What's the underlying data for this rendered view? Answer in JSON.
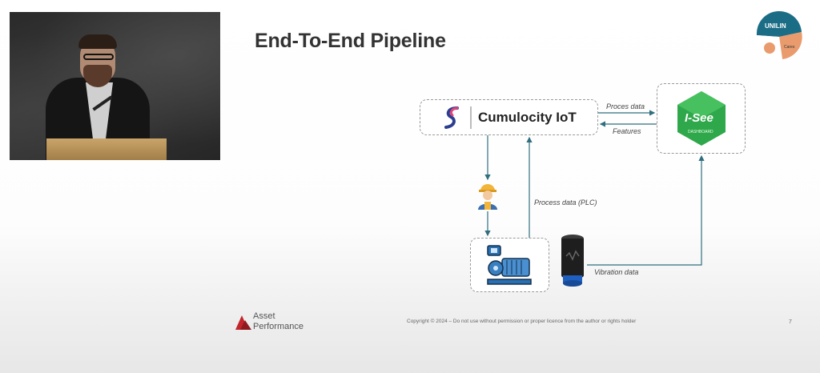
{
  "slide": {
    "title": "End-To-End Pipeline",
    "page_number": "7",
    "copyright": "Copyright © 2024 – Do not use without permission or proper licence from the author or rights holder"
  },
  "branding": {
    "top_right_logo": "UNILIN",
    "top_right_sub": "Cares",
    "footer_line1": "Asset",
    "footer_line2": "Performance"
  },
  "diagram": {
    "cumulocity_label": "Cumulocity IoT",
    "isee_label": "I-See",
    "isee_sub": "DASHBOARD",
    "edges": {
      "proces_data": "Proces data",
      "features": "Features",
      "process_data_plc": "Process data (PLC)",
      "vibration_data": "Vibration data"
    }
  },
  "colors": {
    "accent_teal": "#1b6d86",
    "accent_orange": "#e99b6d",
    "isee_green": "#2ea84a",
    "cumulocity_blue": "#2c3e8f",
    "arrow": "#2f6f7f"
  },
  "icons": [
    "cumulocity-logo-icon",
    "worker-icon",
    "pump-motor-icon",
    "vibration-sensor-icon",
    "isee-dashboard-icon",
    "unilin-logo-icon",
    "asset-performance-logo-icon"
  ]
}
